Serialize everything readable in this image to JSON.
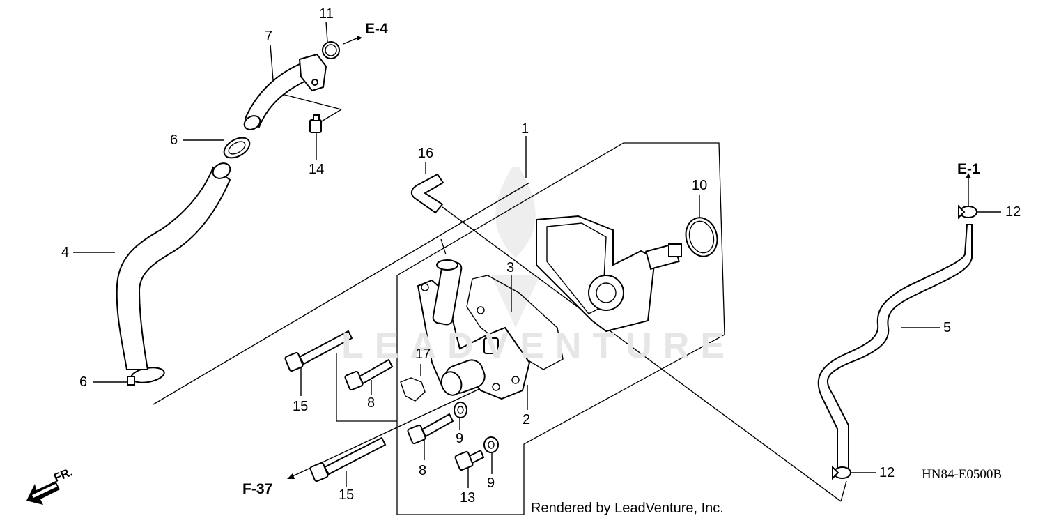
{
  "parts": {
    "p1": "1",
    "p2": "2",
    "p3": "3",
    "p4": "4",
    "p5": "5",
    "p6a": "6",
    "p6b": "6",
    "p7": "7",
    "p8a": "8",
    "p8b": "8",
    "p9a": "9",
    "p9b": "9",
    "p10": "10",
    "p11": "11",
    "p12a": "12",
    "p12b": "12",
    "p13": "13",
    "p14": "14",
    "p15a": "15",
    "p15b": "15",
    "p16": "16",
    "p17": "17"
  },
  "refs": {
    "e4": "E-4",
    "e1": "E-1",
    "f37": "F-37"
  },
  "front_label": "FR.",
  "diagram_code": "HN84-E0500B",
  "credit": "Rendered by LeadVenture, Inc.",
  "watermark": "LEADVENTURE"
}
